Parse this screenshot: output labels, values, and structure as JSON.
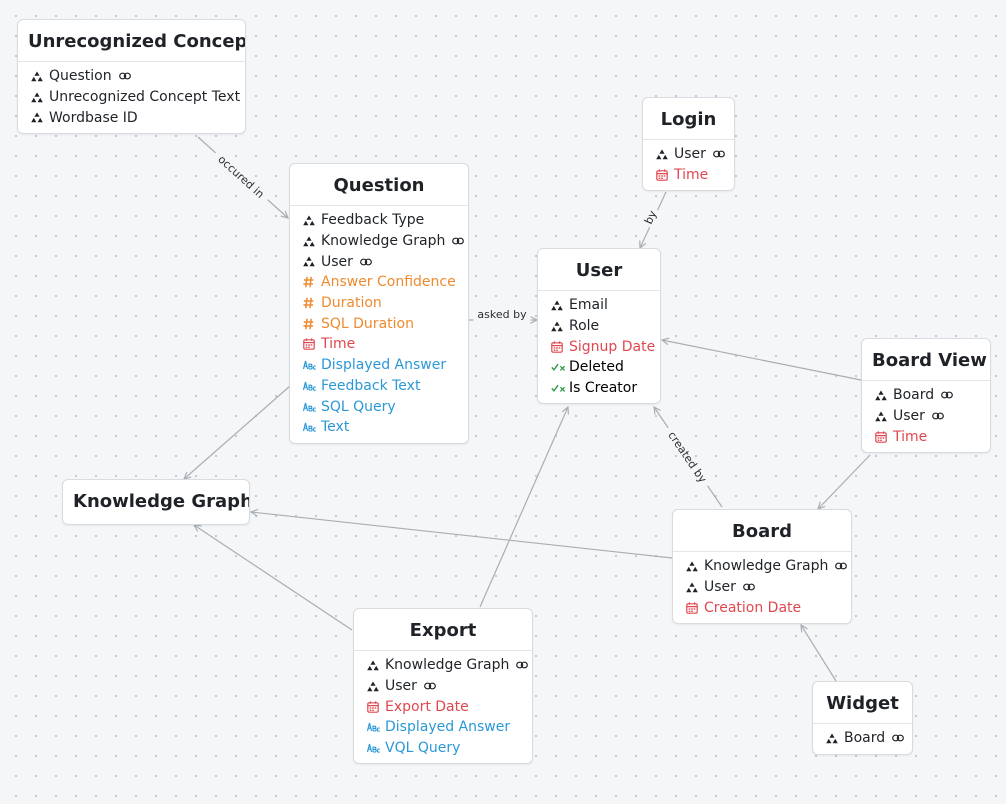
{
  "colors": {
    "relation": "#1f2328",
    "number": "#ef8a2f",
    "date": "#e1474e",
    "text": "#2b98d6",
    "boolean": "#2a9a45",
    "edge": "#a9aeb5"
  },
  "nodes": [
    {
      "id": "unrecognized_concept",
      "title": "Unrecognized Concept",
      "fields": [
        {
          "label": "Question",
          "type": "relation",
          "icon": "relation-icon",
          "linked": true
        },
        {
          "label": "Unrecognized Concept Text",
          "type": "relation",
          "icon": "relation-icon",
          "linked": false
        },
        {
          "label": "Wordbase ID",
          "type": "relation",
          "icon": "relation-icon",
          "linked": false
        }
      ]
    },
    {
      "id": "question",
      "title": "Question",
      "fields": [
        {
          "label": "Feedback Type",
          "type": "relation",
          "icon": "relation-icon",
          "linked": false
        },
        {
          "label": "Knowledge Graph",
          "type": "relation",
          "icon": "relation-icon",
          "linked": true
        },
        {
          "label": "User",
          "type": "relation",
          "icon": "relation-icon",
          "linked": true
        },
        {
          "label": "Answer Confidence",
          "type": "number",
          "icon": "hash-icon",
          "linked": false
        },
        {
          "label": "Duration",
          "type": "number",
          "icon": "hash-icon",
          "linked": false
        },
        {
          "label": "SQL Duration",
          "type": "number",
          "icon": "hash-icon",
          "linked": false
        },
        {
          "label": "Time",
          "type": "date",
          "icon": "calendar-icon",
          "linked": false
        },
        {
          "label": "Displayed Answer",
          "type": "text",
          "icon": "text-icon",
          "linked": false
        },
        {
          "label": "Feedback Text",
          "type": "text",
          "icon": "text-icon",
          "linked": false
        },
        {
          "label": "SQL Query",
          "type": "text",
          "icon": "text-icon",
          "linked": false
        },
        {
          "label": "Text",
          "type": "text",
          "icon": "text-icon",
          "linked": false
        }
      ]
    },
    {
      "id": "login",
      "title": "Login",
      "fields": [
        {
          "label": "User",
          "type": "relation",
          "icon": "relation-icon",
          "linked": true
        },
        {
          "label": "Time",
          "type": "date",
          "icon": "calendar-icon",
          "linked": false
        }
      ]
    },
    {
      "id": "user",
      "title": "User",
      "fields": [
        {
          "label": "Email",
          "type": "relation",
          "icon": "relation-icon",
          "linked": false
        },
        {
          "label": "Role",
          "type": "relation",
          "icon": "relation-icon",
          "linked": false
        },
        {
          "label": "Signup Date",
          "type": "date",
          "icon": "calendar-icon",
          "linked": false
        },
        {
          "label": "Deleted",
          "type": "boolean",
          "icon": "check-x-icon",
          "linked": false
        },
        {
          "label": "Is Creator",
          "type": "boolean",
          "icon": "check-x-icon",
          "linked": false
        }
      ]
    },
    {
      "id": "board_view",
      "title": "Board View",
      "fields": [
        {
          "label": "Board",
          "type": "relation",
          "icon": "relation-icon",
          "linked": true
        },
        {
          "label": "User",
          "type": "relation",
          "icon": "relation-icon",
          "linked": true
        },
        {
          "label": "Time",
          "type": "date",
          "icon": "calendar-icon",
          "linked": false
        }
      ]
    },
    {
      "id": "knowledge_graph",
      "title": "Knowledge Graph",
      "fields": []
    },
    {
      "id": "board",
      "title": "Board",
      "fields": [
        {
          "label": "Knowledge Graph",
          "type": "relation",
          "icon": "relation-icon",
          "linked": true
        },
        {
          "label": "User",
          "type": "relation",
          "icon": "relation-icon",
          "linked": true
        },
        {
          "label": "Creation Date",
          "type": "date",
          "icon": "calendar-icon",
          "linked": false
        }
      ]
    },
    {
      "id": "export",
      "title": "Export",
      "fields": [
        {
          "label": "Knowledge Graph",
          "type": "relation",
          "icon": "relation-icon",
          "linked": true
        },
        {
          "label": "User",
          "type": "relation",
          "icon": "relation-icon",
          "linked": true
        },
        {
          "label": "Export Date",
          "type": "date",
          "icon": "calendar-icon",
          "linked": false
        },
        {
          "label": "Displayed Answer",
          "type": "text",
          "icon": "text-icon",
          "linked": false
        },
        {
          "label": "VQL Query",
          "type": "text",
          "icon": "text-icon",
          "linked": false
        }
      ]
    },
    {
      "id": "widget",
      "title": "Widget",
      "fields": [
        {
          "label": "Board",
          "type": "relation",
          "icon": "relation-icon",
          "linked": true
        }
      ]
    }
  ],
  "edges": [
    {
      "from": "unrecognized_concept",
      "to": "question",
      "label": "occured in"
    },
    {
      "from": "login",
      "to": "user",
      "label": "by"
    },
    {
      "from": "question",
      "to": "user",
      "label": "asked by"
    },
    {
      "from": "question",
      "to": "knowledge_graph",
      "label": ""
    },
    {
      "from": "board_view",
      "to": "user",
      "label": ""
    },
    {
      "from": "board_view",
      "to": "board",
      "label": ""
    },
    {
      "from": "board",
      "to": "user",
      "label": "created by"
    },
    {
      "from": "board",
      "to": "knowledge_graph",
      "label": ""
    },
    {
      "from": "export",
      "to": "user",
      "label": ""
    },
    {
      "from": "export",
      "to": "knowledge_graph",
      "label": ""
    },
    {
      "from": "widget",
      "to": "board",
      "label": ""
    }
  ]
}
